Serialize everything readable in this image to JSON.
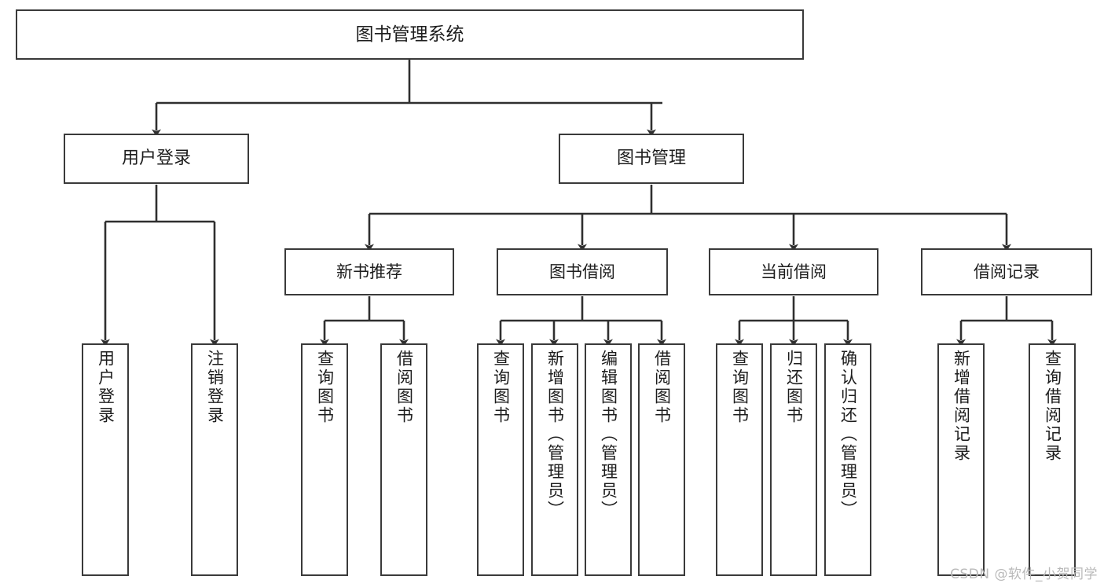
{
  "diagram": {
    "type": "tree",
    "title": "图书管理系统",
    "orientation": "top-down",
    "colors": {
      "box_border": "#3a3a3a",
      "box_fill": "#ffffff",
      "connector": "#2f2f2f",
      "text": "#1d1d1d",
      "watermark": "#b9b9b9",
      "background": "#ffffff"
    },
    "root": {
      "label": "图书管理系统"
    },
    "level1": [
      {
        "label": "用户登录"
      },
      {
        "label": "图书管理"
      }
    ],
    "level2": [
      {
        "label": "新书推荐"
      },
      {
        "label": "图书借阅"
      },
      {
        "label": "当前借阅"
      },
      {
        "label": "借阅记录"
      }
    ],
    "leaves": {
      "user_login": [
        {
          "label": "用户登录"
        },
        {
          "label": "注销登录"
        }
      ],
      "new_book_recommend": [
        {
          "label": "查询图书"
        },
        {
          "label": "借阅图书"
        }
      ],
      "book_borrow": [
        {
          "label": "查询图书"
        },
        {
          "label": "新增图书（管理员）"
        },
        {
          "label": "编辑图书（管理员）"
        },
        {
          "label": "借阅图书"
        }
      ],
      "current_borrow": [
        {
          "label": "查询图书"
        },
        {
          "label": "归还图书"
        },
        {
          "label": "确认归还（管理员）"
        }
      ],
      "borrow_record": [
        {
          "label": "新增借阅记录"
        },
        {
          "label": "查询借阅记录"
        }
      ]
    }
  },
  "watermark": {
    "text": "CSDN @软件_小贺同学"
  }
}
